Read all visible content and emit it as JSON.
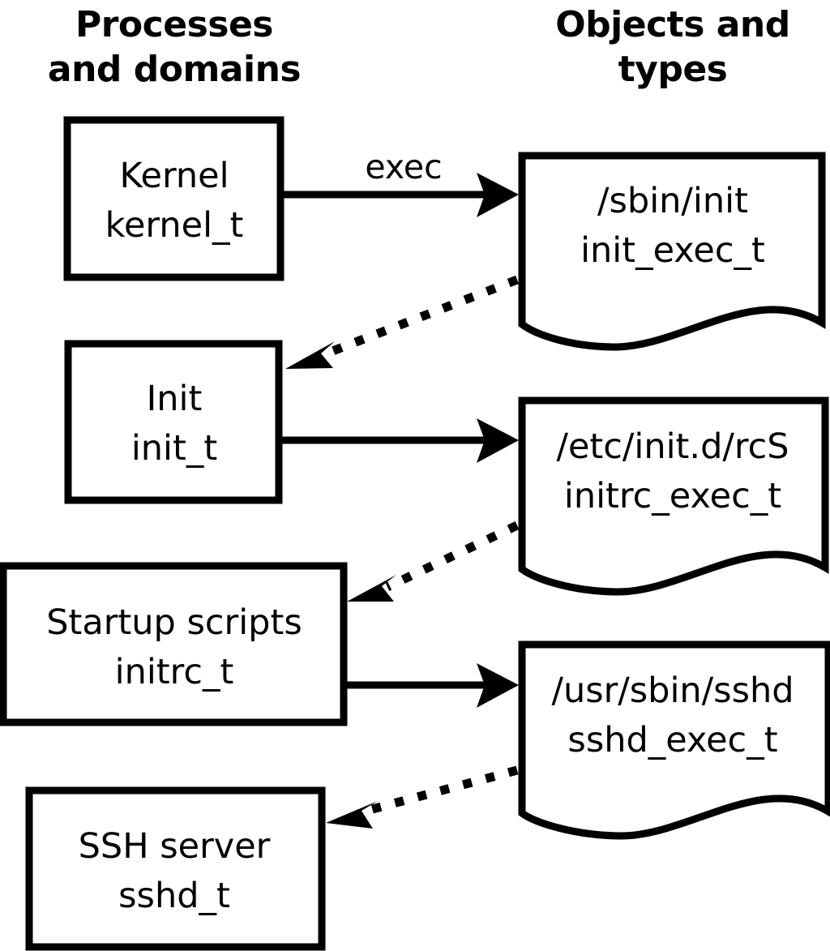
{
  "diagram": {
    "title_left": {
      "line1": "Processes",
      "line2": "and domains"
    },
    "title_right": {
      "line1": "Objects and",
      "line2": "types"
    },
    "colors": {
      "stroke": "#000000",
      "fill": "#ffffff",
      "text": "#000000"
    },
    "process_nodes": [
      {
        "id": "kernel",
        "line1": "Kernel",
        "line2": "kernel_t"
      },
      {
        "id": "init",
        "line1": "Init",
        "line2": "init_t"
      },
      {
        "id": "initrc",
        "line1": "Startup scripts",
        "line2": "initrc_t"
      },
      {
        "id": "sshd",
        "line1": "SSH server",
        "line2": "sshd_t"
      }
    ],
    "object_nodes": [
      {
        "id": "init_exec",
        "line1": "/sbin/init",
        "line2": "init_exec_t"
      },
      {
        "id": "initrc_exec",
        "line1": "/etc/init.d/rcS",
        "line2": "initrc_exec_t"
      },
      {
        "id": "sshd_exec",
        "line1": "/usr/sbin/sshd",
        "line2": "sshd_exec_t"
      }
    ],
    "edges": [
      {
        "id": "kernel-to-init_exec",
        "from": "kernel",
        "to": "init_exec",
        "style": "solid",
        "label": "exec"
      },
      {
        "id": "init_exec-to-init",
        "from": "init_exec",
        "to": "init",
        "style": "dotted",
        "label": ""
      },
      {
        "id": "init-to-initrc_exec",
        "from": "init",
        "to": "initrc_exec",
        "style": "solid",
        "label": ""
      },
      {
        "id": "initrc_exec-to-initrc",
        "from": "initrc_exec",
        "to": "initrc",
        "style": "dotted",
        "label": ""
      },
      {
        "id": "initrc-to-sshd_exec",
        "from": "initrc",
        "to": "sshd_exec",
        "style": "solid",
        "label": ""
      },
      {
        "id": "sshd_exec-to-sshd",
        "from": "sshd_exec",
        "to": "sshd",
        "style": "dotted",
        "label": ""
      }
    ]
  }
}
